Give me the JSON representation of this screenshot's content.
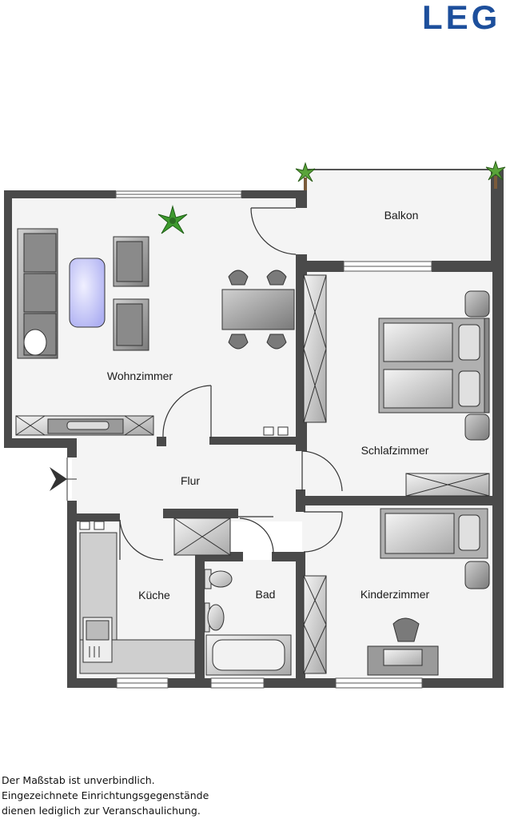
{
  "brand": {
    "logo_text": "LEG",
    "logo_color": "#1d4f9c"
  },
  "rooms": {
    "wohnzimmer": "Wohnzimmer",
    "balkon": "Balkon",
    "schlafzimmer": "Schlafzimmer",
    "flur": "Flur",
    "kueche": "Küche",
    "bad": "Bad",
    "kinderzimmer": "Kinderzimmer"
  },
  "disclaimer": [
    "Der Maßstab ist unverbindlich.",
    "Eingezeichnete Einrichtungsgegenstände",
    "dienen lediglich zur Veranschaulichung."
  ],
  "colors": {
    "wall": "#4a4a4a",
    "floor": "#f3f3f3",
    "furniture": "#9a9a9a",
    "sofa_table": "#c9c9ff"
  }
}
